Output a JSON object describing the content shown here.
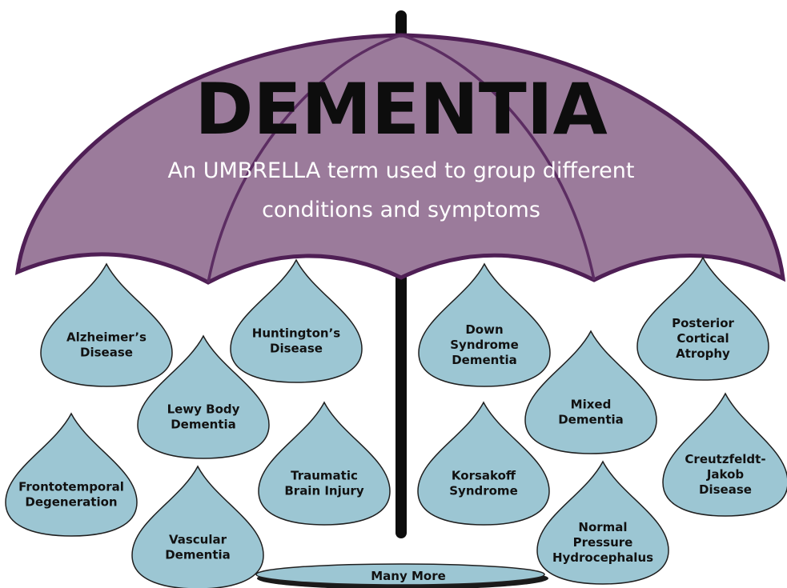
{
  "title": "DEMENTIA",
  "subtitle_lines": [
    "An UMBRELLA term used to group different",
    "conditions and symptoms"
  ],
  "colors": {
    "canopy_fill": "#9b7b9b",
    "canopy_stroke": "#4f1f55",
    "rib": "#5c2d62",
    "shaft": "#0d0d0d",
    "drop_fill": "#9cc6d3",
    "drop_stroke": "#1f1f1f",
    "title_text": "#0d0d0d",
    "subtitle_text": "#ffffff"
  },
  "drops": [
    {
      "name": "drop-alzheimers-disease",
      "lines": [
        "Alzheimer’s",
        "Disease"
      ]
    },
    {
      "name": "drop-huntingtons-disease",
      "lines": [
        "Huntington’s",
        "Disease"
      ]
    },
    {
      "name": "drop-lewy-body-dementia",
      "lines": [
        "Lewy Body",
        "Dementia"
      ]
    },
    {
      "name": "drop-frontotemporal-degeneration",
      "lines": [
        "Frontotemporal",
        "Degeneration"
      ]
    },
    {
      "name": "drop-traumatic-brain-injury",
      "lines": [
        "Traumatic",
        "Brain Injury"
      ]
    },
    {
      "name": "drop-vascular-dementia",
      "lines": [
        "Vascular",
        "Dementia"
      ]
    },
    {
      "name": "drop-down-syndrome-dementia",
      "lines": [
        "Down",
        "Syndrome",
        "Dementia"
      ]
    },
    {
      "name": "drop-posterior-cortical-atrophy",
      "lines": [
        "Posterior",
        "Cortical",
        "Atrophy"
      ]
    },
    {
      "name": "drop-mixed-dementia",
      "lines": [
        "Mixed",
        "Dementia"
      ]
    },
    {
      "name": "drop-korsakoff-syndrome",
      "lines": [
        "Korsakoff",
        "Syndrome"
      ]
    },
    {
      "name": "drop-creutzfeldt-jakob-disease",
      "lines": [
        "Creutzfeldt-",
        "Jakob",
        "Disease"
      ]
    },
    {
      "name": "drop-normal-pressure-hydrocephalus",
      "lines": [
        "Normal",
        "Pressure",
        "Hydrocephalus"
      ]
    }
  ],
  "puddle_label": "Many More"
}
